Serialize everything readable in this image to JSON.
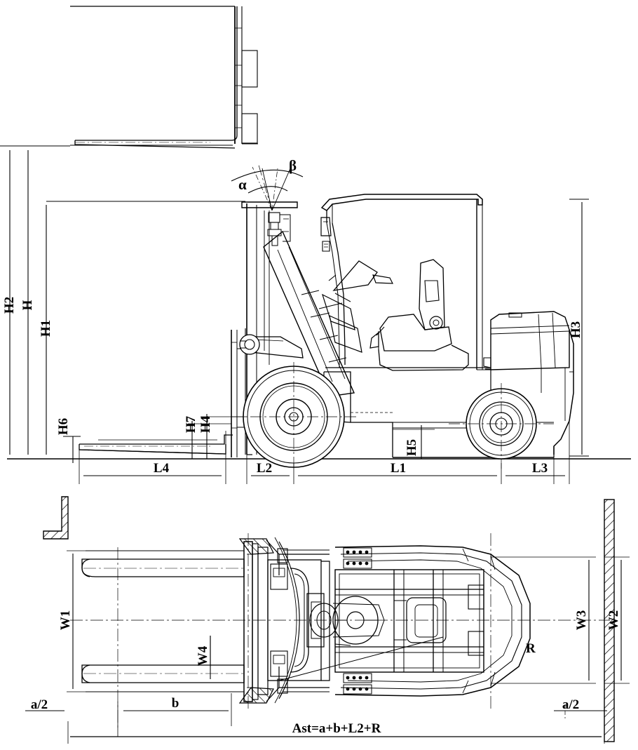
{
  "drawing": {
    "title": "Forklift truck dimensional outline drawing",
    "views": [
      {
        "name": "elevation-raised-mast",
        "description": "Top-left outline of mast and forks at full lift height"
      },
      {
        "name": "side-elevation",
        "description": "Side view of the forklift truck"
      },
      {
        "name": "plan-view",
        "description": "Top plan view of the forklift truck with turning radius"
      }
    ]
  },
  "dimensions": {
    "vertical": [
      {
        "id": "H2",
        "label": "H2",
        "view": "elevation",
        "description": "Maximum fork height / extended mast height"
      },
      {
        "id": "H",
        "label": "H",
        "view": "elevation",
        "description": "Maximum lift height"
      },
      {
        "id": "H1",
        "label": "H1",
        "view": "elevation",
        "description": "Mast lowered height"
      },
      {
        "id": "H6",
        "label": "H6",
        "view": "elevation",
        "description": "Fork thickness / lowered fork height"
      },
      {
        "id": "H7",
        "label": "H7",
        "view": "elevation",
        "description": "Fork carriage lowered height"
      },
      {
        "id": "H4",
        "label": "H4",
        "view": "elevation",
        "description": "Free lift / carriage height"
      },
      {
        "id": "H5",
        "label": "H5",
        "view": "elevation",
        "description": "Ground clearance at centre of wheelbase"
      },
      {
        "id": "H3",
        "label": "H3",
        "view": "elevation",
        "description": "Overhead guard / counterweight height"
      }
    ],
    "horizontal": [
      {
        "id": "L4",
        "label": "L4",
        "view": "elevation",
        "description": "Fork length"
      },
      {
        "id": "L2",
        "label": "L2",
        "view": "elevation",
        "description": "Distance from fork face to front axle"
      },
      {
        "id": "L1",
        "label": "L1",
        "view": "elevation",
        "description": "Wheelbase"
      },
      {
        "id": "L3",
        "label": "L3",
        "view": "elevation",
        "description": "Rear overhang"
      }
    ],
    "plan": [
      {
        "id": "W1",
        "label": "W1",
        "view": "plan",
        "description": "Fork spread / outer width across forks"
      },
      {
        "id": "W4",
        "label": "W4",
        "view": "plan",
        "description": "Fork width"
      },
      {
        "id": "W3",
        "label": "W3",
        "view": "plan",
        "description": "Turning clearance width"
      },
      {
        "id": "W2",
        "label": "W2",
        "view": "plan",
        "description": "Aisle width to wall"
      },
      {
        "id": "R",
        "label": "R",
        "view": "plan",
        "description": "Turning radius"
      },
      {
        "id": "b",
        "label": "b",
        "view": "plan",
        "description": "Load length"
      },
      {
        "id": "a_left",
        "label": "a/2",
        "view": "plan",
        "description": "Half safety clearance, left side"
      },
      {
        "id": "a_right",
        "label": "a/2",
        "view": "plan",
        "description": "Half safety clearance, right side"
      }
    ],
    "angles": [
      {
        "id": "alpha",
        "label": "α",
        "view": "elevation",
        "description": "Mast forward tilt angle"
      },
      {
        "id": "beta",
        "label": "β",
        "view": "elevation",
        "description": "Mast backward tilt angle"
      }
    ],
    "formula": {
      "id": "Ast",
      "label": "Ast=a+b+L2+R",
      "view": "plan",
      "description": "Working aisle width formula"
    }
  },
  "style": {
    "line_color": "#000000",
    "background": "#ffffff"
  }
}
